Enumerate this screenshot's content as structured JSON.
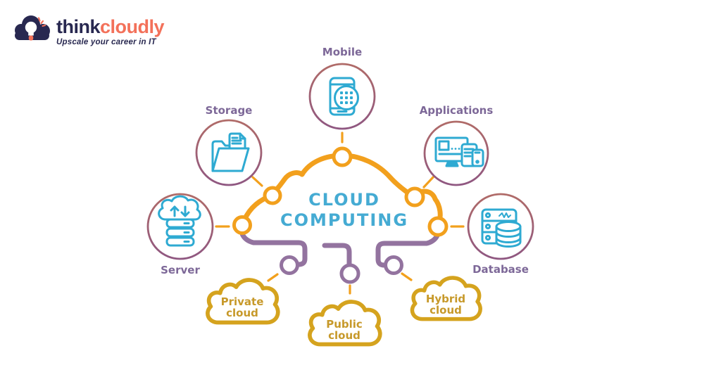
{
  "logo": {
    "brand_primary": "think",
    "brand_accent": "cloudly",
    "tagline": "Upscale your career in IT"
  },
  "diagram": {
    "title_line1": "CLOUD",
    "title_line2": "COMPUTING",
    "satellites": [
      {
        "label": "Mobile"
      },
      {
        "label": "Storage"
      },
      {
        "label": "Applications"
      },
      {
        "label": "Server"
      },
      {
        "label": "Database"
      }
    ],
    "deployment_models": [
      {
        "line1": "Private",
        "line2": "cloud"
      },
      {
        "line1": "Public",
        "line2": "cloud"
      },
      {
        "line1": "Hybrid",
        "line2": "cloud"
      }
    ]
  },
  "colors": {
    "brand_navy": "#282850",
    "brand_coral": "#F3715A",
    "icon_cyan": "#2EAAD2",
    "title_blue": "#45ABD3",
    "cloud_orange": "#F2A01D",
    "cloud_purple": "#93739F",
    "ring_maroon": "#A05E74",
    "label_purple": "#7D6898",
    "gold": "#D5A31E",
    "gold_text": "#C7992A"
  }
}
